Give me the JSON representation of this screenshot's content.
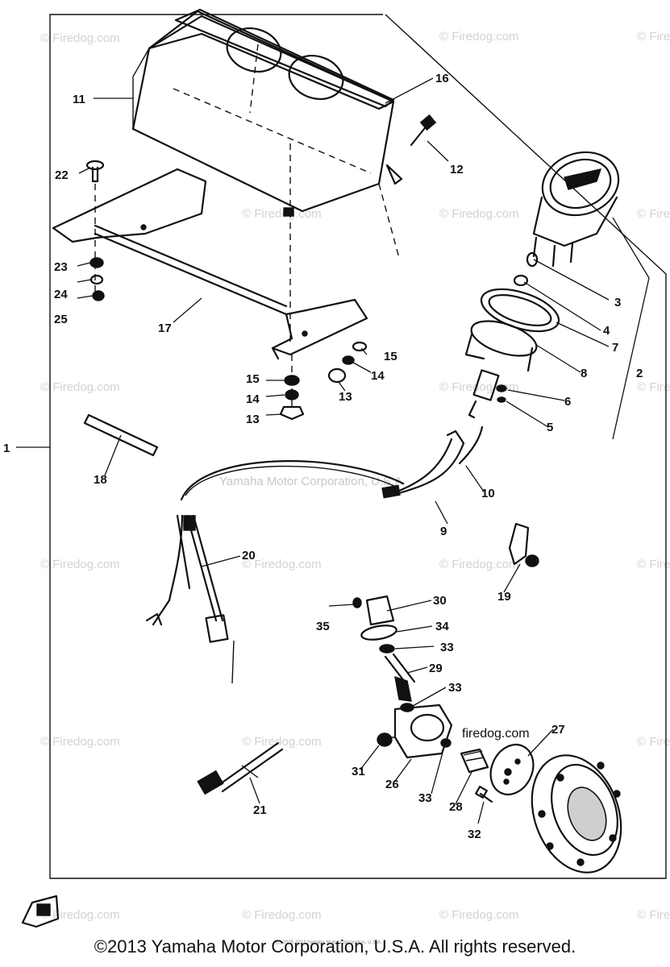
{
  "watermarks": {
    "site": "© Firedog.com",
    "small_site": "firedog.com",
    "center": "Yamaha Motor Corporation, U.S.A.",
    "fine_print": "(c) 2005-2013 Yamaha Motor Corporation, U.S.A."
  },
  "copyright": "©2013 Yamaha Motor Corporation, U.S.A. All rights reserved.",
  "callouts": {
    "c1": "1",
    "c2": "2",
    "c3": "3",
    "c4": "4",
    "c5": "5",
    "c6": "6",
    "c7": "7",
    "c8": "8",
    "c9": "9",
    "c10": "10",
    "c11": "11",
    "c12": "12",
    "c13a": "13",
    "c13b": "13",
    "c14a": "14",
    "c14b": "14",
    "c15a": "15",
    "c15b": "15",
    "c16": "16",
    "c17": "17",
    "c18": "18",
    "c19": "19",
    "c20": "20",
    "c21": "21",
    "c22": "22",
    "c23": "23",
    "c24": "24",
    "c25": "25",
    "c26": "26",
    "c27": "27",
    "c28": "28",
    "c29": "29",
    "c30": "30",
    "c31": "31",
    "c32": "32",
    "c33a": "33",
    "c33b": "33",
    "c33c": "33",
    "c34": "34",
    "c35": "35"
  },
  "colors": {
    "line": "#111111",
    "watermark": "#d2d2d2",
    "background": "#ffffff"
  }
}
